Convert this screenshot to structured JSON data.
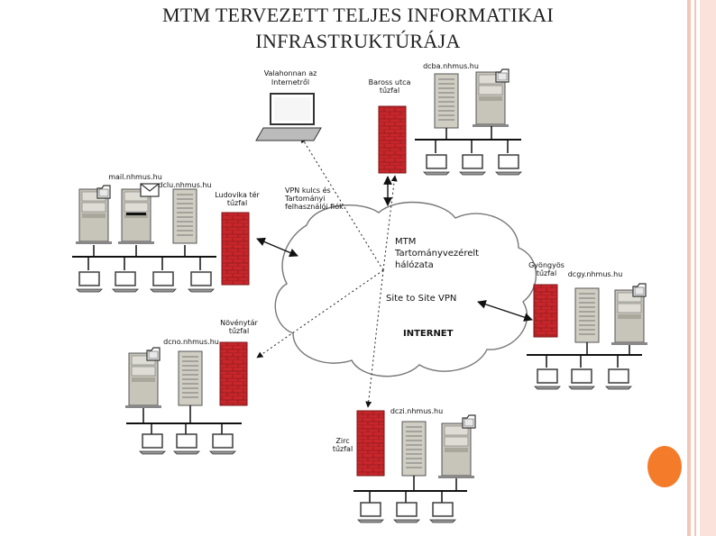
{
  "title_line1": "MTM TERVEZETT TELJES INFORMATIKAI",
  "title_line2": "INFRASTRUKTÚRÁJA",
  "labels": {
    "remote_l1": "Valahonnan az",
    "remote_l2": "Internetről",
    "baross_l1": "Baross utca",
    "baross_l2": "tűzfal",
    "dcba": "dcba.nhmus.hu",
    "mail": "mail.nhmus.hu",
    "dclu": "dclu.nhmus.hu",
    "ludovika_l1": "Ludovika tér",
    "ludovika_l2": "tűzfal",
    "vpn_l1": "VPN kulcs és",
    "vpn_l2": "Tartományi",
    "vpn_l3": "felhasználói fiók",
    "domain_l1": "MTM",
    "domain_l2": "Tartományvezérelt",
    "domain_l3": "hálózata",
    "site_vpn": "Site to Site VPN",
    "internet": "INTERNET",
    "gyongyos_l1": "Gyöngyös",
    "gyongyos_l2": "tűzfal",
    "dcgy": "dcgy.nhmus.hu",
    "novenytar_l1": "Növénytár",
    "novenytar_l2": "tűzfal",
    "dcno": "dcno.nhmus.hu",
    "zirc_l1": "Zirc",
    "zirc_l2": "tűzfal",
    "dczi": "dczi.nhmus.hu"
  },
  "colors": {
    "firewall": "#c8262b",
    "server": "#b9b6ac",
    "accent": "#f47b2a",
    "border": "#f4c5b8"
  }
}
